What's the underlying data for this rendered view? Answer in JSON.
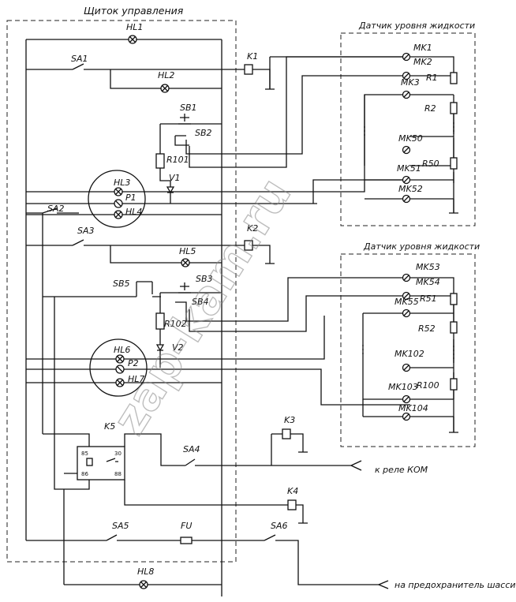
{
  "titles": {
    "panel": "Щиток управления",
    "sensor1": "Датчик уровня жидкости",
    "sensor2": "Датчик уровня жидкости"
  },
  "labels": {
    "HL1": "HL1",
    "HL2": "HL2",
    "HL3": "HL3",
    "HL4": "HL4",
    "HL5": "HL5",
    "HL6": "HL6",
    "HL7": "HL7",
    "HL8": "HL8",
    "SA1": "SA1",
    "SA2": "SA2",
    "SA3": "SA3",
    "SA4": "SA4",
    "SA5": "SA5",
    "SA6": "SA6",
    "SB1": "SB1",
    "SB2": "SB2",
    "SB3": "SB3",
    "SB4": "SB4",
    "SB5": "SB5",
    "K1": "K1",
    "K2": "K2",
    "K3": "K3",
    "K4": "K4",
    "K5": "K5",
    "R101": "R101",
    "R102": "R102",
    "V1": "V1",
    "V2": "V2",
    "P1": "P1",
    "P2": "P2",
    "FU": "FU",
    "MK1": "MK1",
    "MK2": "MK2",
    "MK3": "MK3",
    "MK50": "MK50",
    "MK51": "MK51",
    "MK52": "MK52",
    "MK53": "MK53",
    "MK54": "MK54",
    "MK55": "MK55",
    "MK102": "MK102",
    "MK103": "MK103",
    "MK104": "MK104",
    "R1": "R1",
    "R2": "R2",
    "R50": "R50",
    "R51": "R51",
    "R52": "R52",
    "R100": "R100",
    "p85": "85",
    "p86": "86",
    "p30": "30",
    "p88": "88"
  },
  "notes": {
    "kom": "к реле КОМ",
    "fuse": "на предохранитель шасси"
  },
  "watermark": "zap-kam.ru"
}
